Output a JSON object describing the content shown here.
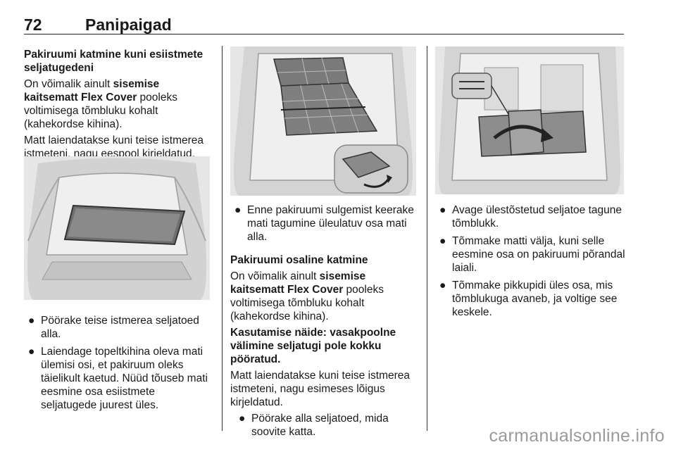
{
  "header": {
    "page_number": "72",
    "section": "Panipaigad"
  },
  "col1": {
    "heading": "Pakiruumi katmine kuni esiistmete seljatugedeni",
    "intro_pre": "On võimalik ainult ",
    "intro_bold": "sisemise kaitsematt Flex Cover",
    "intro_post": " pooleks voltimisega tõmbluku kohalt (kahekordse kihina).",
    "para2": "Matt laiendatakse kuni teise istmerea istmeteni, nagu eespool kirjeldatud.",
    "bullets": [
      "Pöörake teise istmerea seljatoed alla.",
      "Laiendage topeltkihina oleva mati ülemisi osi, et pakiruum oleks täielikult kaetud. Nüüd tõuseb mati eesmine osa esiistmete seljatugede juurest üles."
    ]
  },
  "col2": {
    "bullet1": "Enne pakiruumi sulgemist keerake mati tagumine üleulatuv osa mati alla.",
    "heading2": "Pakiruumi osaline katmine",
    "intro_pre": "On võimalik ainult ",
    "intro_bold": "sisemise kaitsematt Flex Cover",
    "intro_post": " pooleks voltimisega tõmbluku kohalt (kahekordse kihina).",
    "example_heading": "Kasutamise näide: vasakpoolne välimine seljatugi pole kokku pööratud.",
    "para": "Matt laiendatakse kuni teise istmerea istmeteni, nagu esimeses lõigus kirjeldatud.",
    "bullet2": "Pöörake alla seljatoed, mida soovite katta."
  },
  "col3": {
    "bullets": [
      "Avage ülestõstetud seljatoe tagune tõmblukk.",
      "Tõmmake matti välja, kuni selle eesmine osa on pakiruumi põrandal laiali.",
      "Tõmmake pikkupidi üles osa, mis tõmblukuga avaneb, ja voltige see keskele."
    ]
  },
  "watermark": "carmanualsonline.info"
}
